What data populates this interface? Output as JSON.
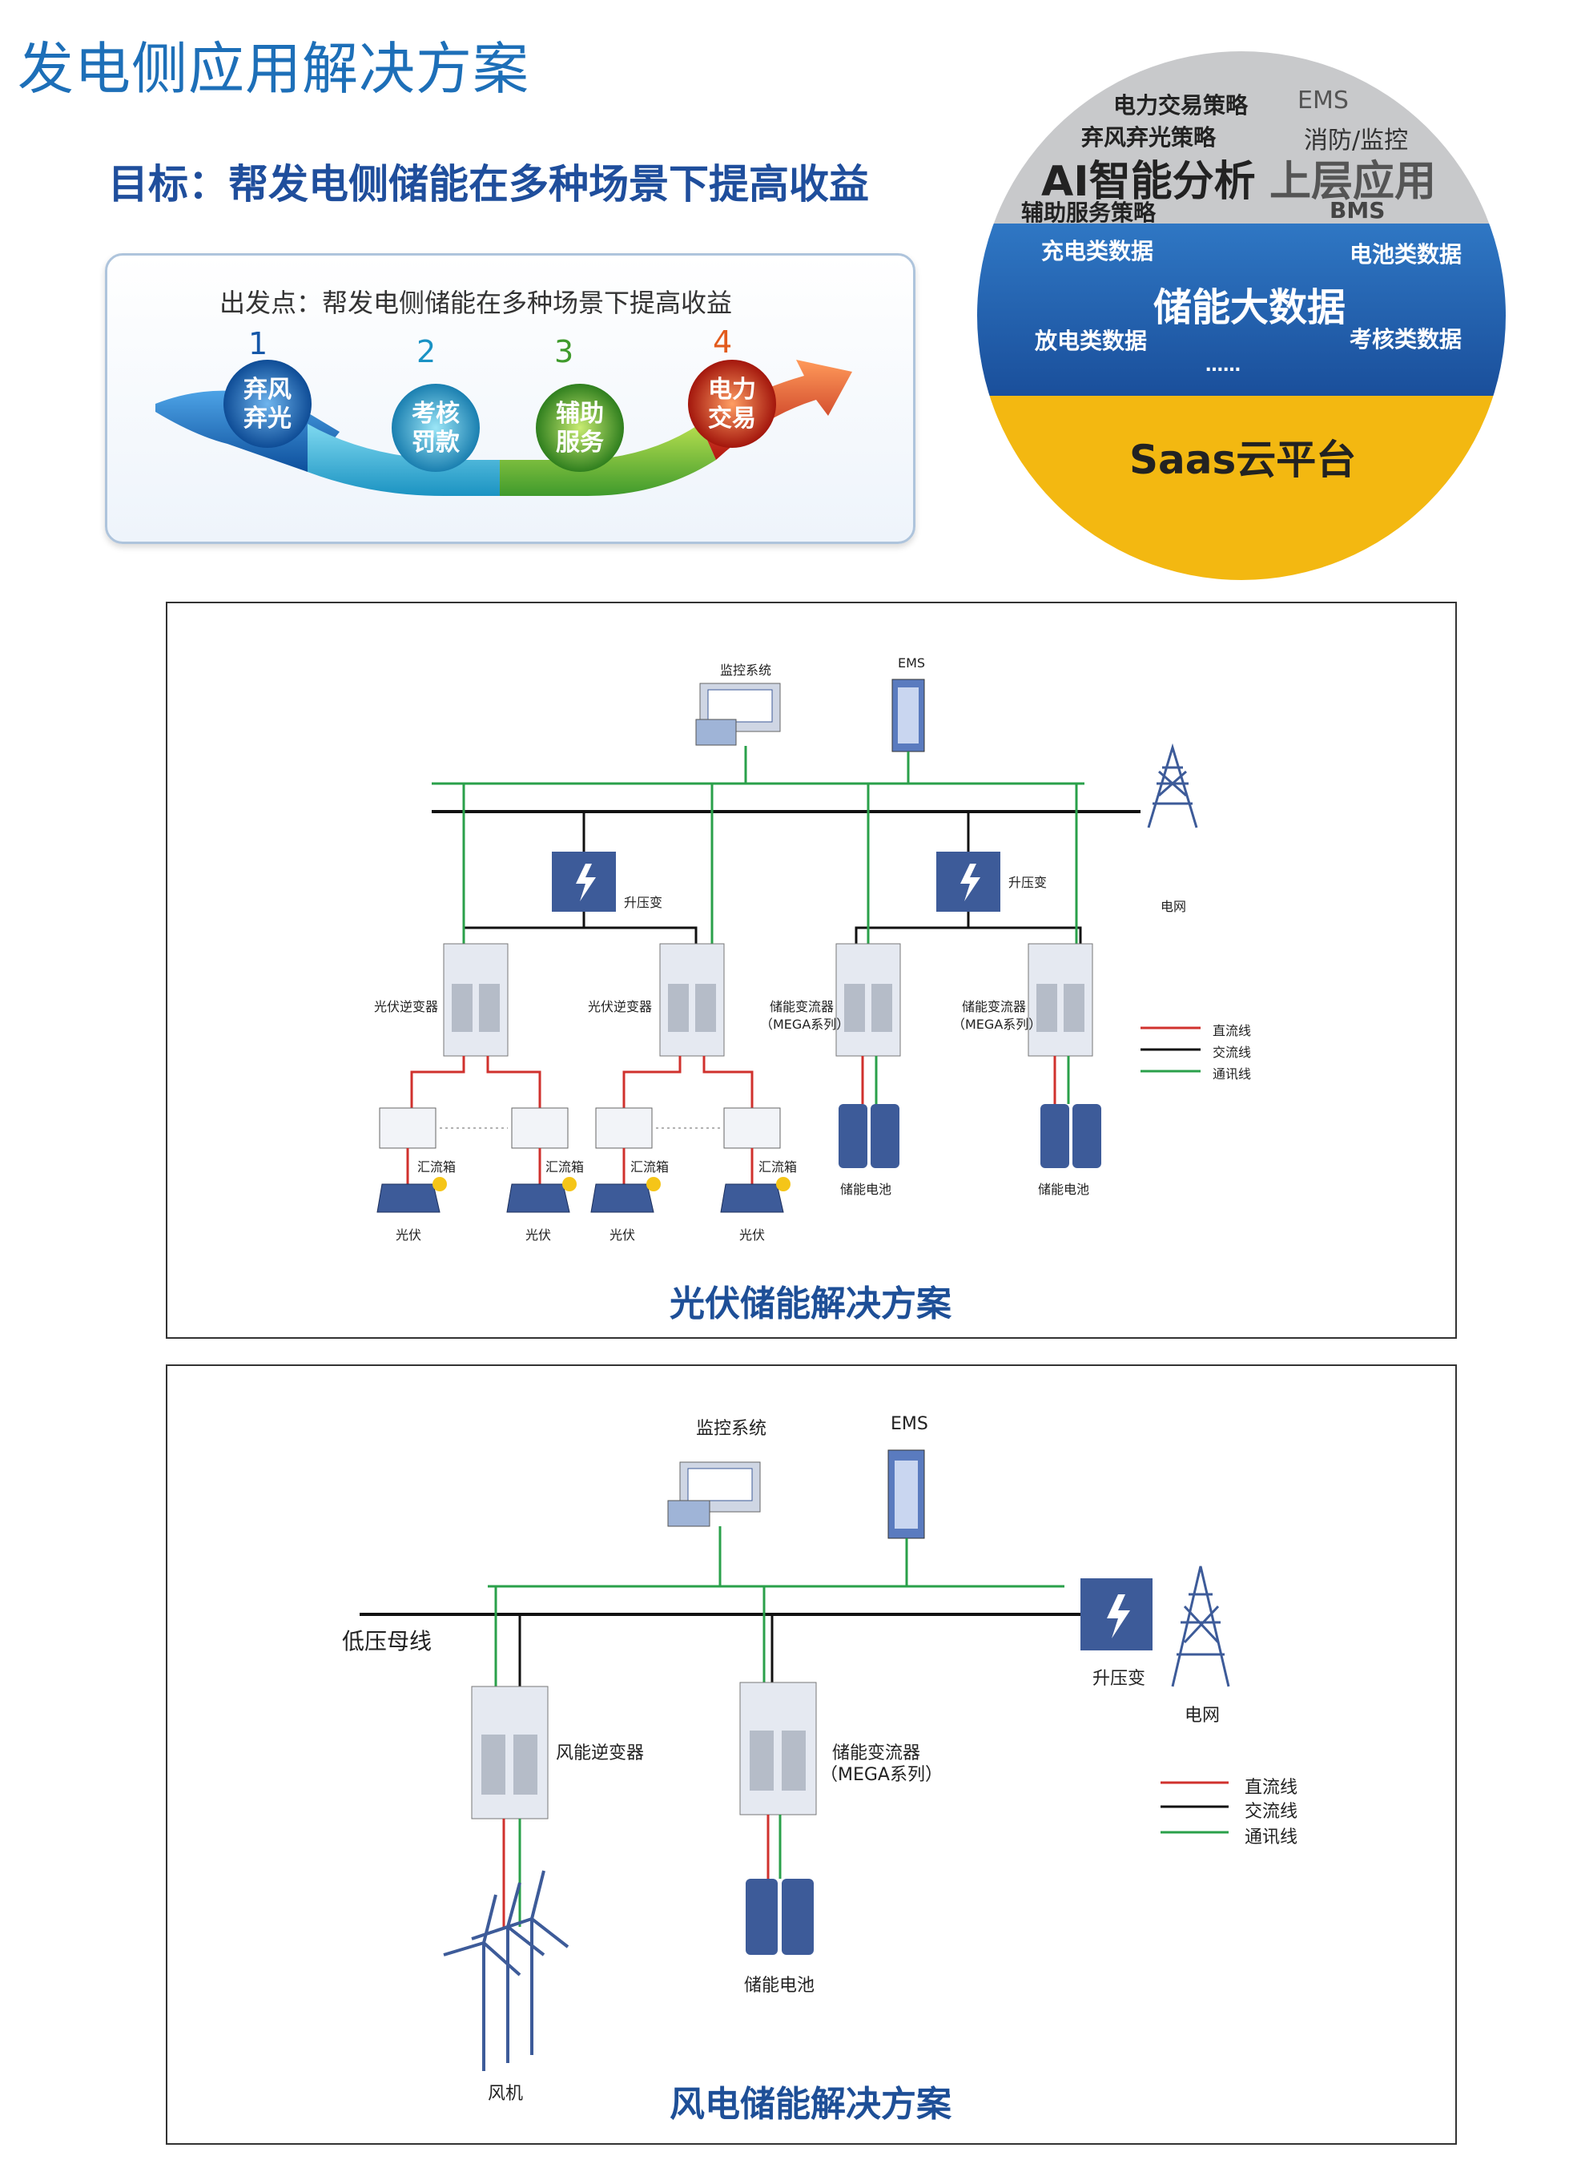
{
  "page": {
    "title": "发电侧应用解决方案",
    "goal": "目标：帮发电侧储能在多种场景下提高收益"
  },
  "process": {
    "caption": "出发点：帮发电侧储能在多种场景下提高收益",
    "steps": [
      {
        "num": "1",
        "line1": "弃风",
        "line2": "弃光"
      },
      {
        "num": "2",
        "line1": "考核",
        "line2": "罚款"
      },
      {
        "num": "3",
        "line1": "辅助",
        "line2": "服务"
      },
      {
        "num": "4",
        "line1": "电力",
        "line2": "交易"
      }
    ]
  },
  "circle": {
    "top": {
      "power_trade": "电力交易策略",
      "ems": "EMS",
      "curtail": "弃风弃光策略",
      "fire": "消防/监控",
      "ai": "AI智能分析",
      "upper": "上层应用",
      "aux": "辅助服务策略",
      "bms": "BMS"
    },
    "middle": {
      "charge": "充电类数据",
      "battery": "电池类数据",
      "big": "储能大数据",
      "discharge": "放电类数据",
      "assess": "考核类数据",
      "more": "……"
    },
    "bottom": {
      "saas": "Saas云平台"
    },
    "colors": {
      "top": "#c8c9cb",
      "middle": "#1f62b0",
      "bottom": "#f3b811"
    }
  },
  "pv": {
    "title": "光伏储能解决方案",
    "monitor": "监控系统",
    "ems": "EMS",
    "grid": "电网",
    "transformer": "升压变",
    "pv_inverter": "光伏逆变器",
    "pcs": "储能变流器",
    "pcs_series": "（MEGA系列）",
    "combiner": "汇流箱",
    "panel": "光伏",
    "battery": "储能电池",
    "legend": {
      "dc": "直流线",
      "ac": "交流线",
      "comm": "通讯线"
    }
  },
  "wind": {
    "title": "风电储能解决方案",
    "monitor": "监控系统",
    "ems": "EMS",
    "bus": "低压母线",
    "transformer": "升压变",
    "grid": "电网",
    "wind_inverter": "风能逆变器",
    "pcs": "储能变流器",
    "pcs_series": "（MEGA系列）",
    "battery": "储能电池",
    "turbine": "风机",
    "legend": {
      "dc": "直流线",
      "ac": "交流线",
      "comm": "通讯线"
    }
  },
  "colors": {
    "dc": "#d0312d",
    "ac": "#111111",
    "comm": "#2aa04a",
    "device": "#3d5b99",
    "title_blue": "#1d6fb8"
  }
}
